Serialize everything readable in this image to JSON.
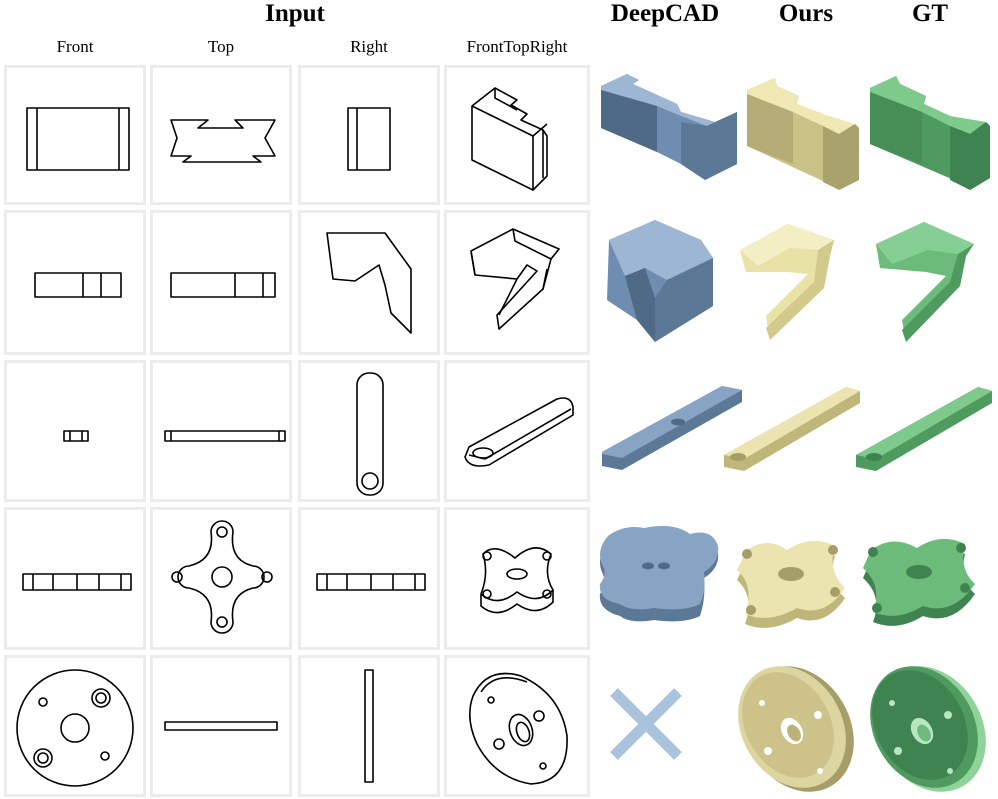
{
  "headers": {
    "input": "Input",
    "deepcad": "DeepCAD",
    "ours": "Ours",
    "gt": "GT"
  },
  "views": {
    "front": "Front",
    "top": "Top",
    "right": "Right",
    "ftr": "FrontTopRight"
  },
  "colors": {
    "deepcad": "#88a4c4",
    "ours": "#e6de9c",
    "gt": "#6cbb7a",
    "cell_border": "#ececec",
    "fail_mark": "#a9c3dc"
  },
  "rows": [
    {
      "part": "stepped-block",
      "deepcad": "render",
      "ours": "render",
      "gt": "render"
    },
    {
      "part": "bent-plate",
      "deepcad": "render",
      "ours": "render",
      "gt": "render"
    },
    {
      "part": "slotted-bar",
      "deepcad": "render",
      "ours": "render",
      "gt": "render"
    },
    {
      "part": "four-lobe-flange",
      "deepcad": "render",
      "ours": "render",
      "gt": "render"
    },
    {
      "part": "round-disc",
      "deepcad": "failed",
      "ours": "render",
      "gt": "render"
    }
  ]
}
